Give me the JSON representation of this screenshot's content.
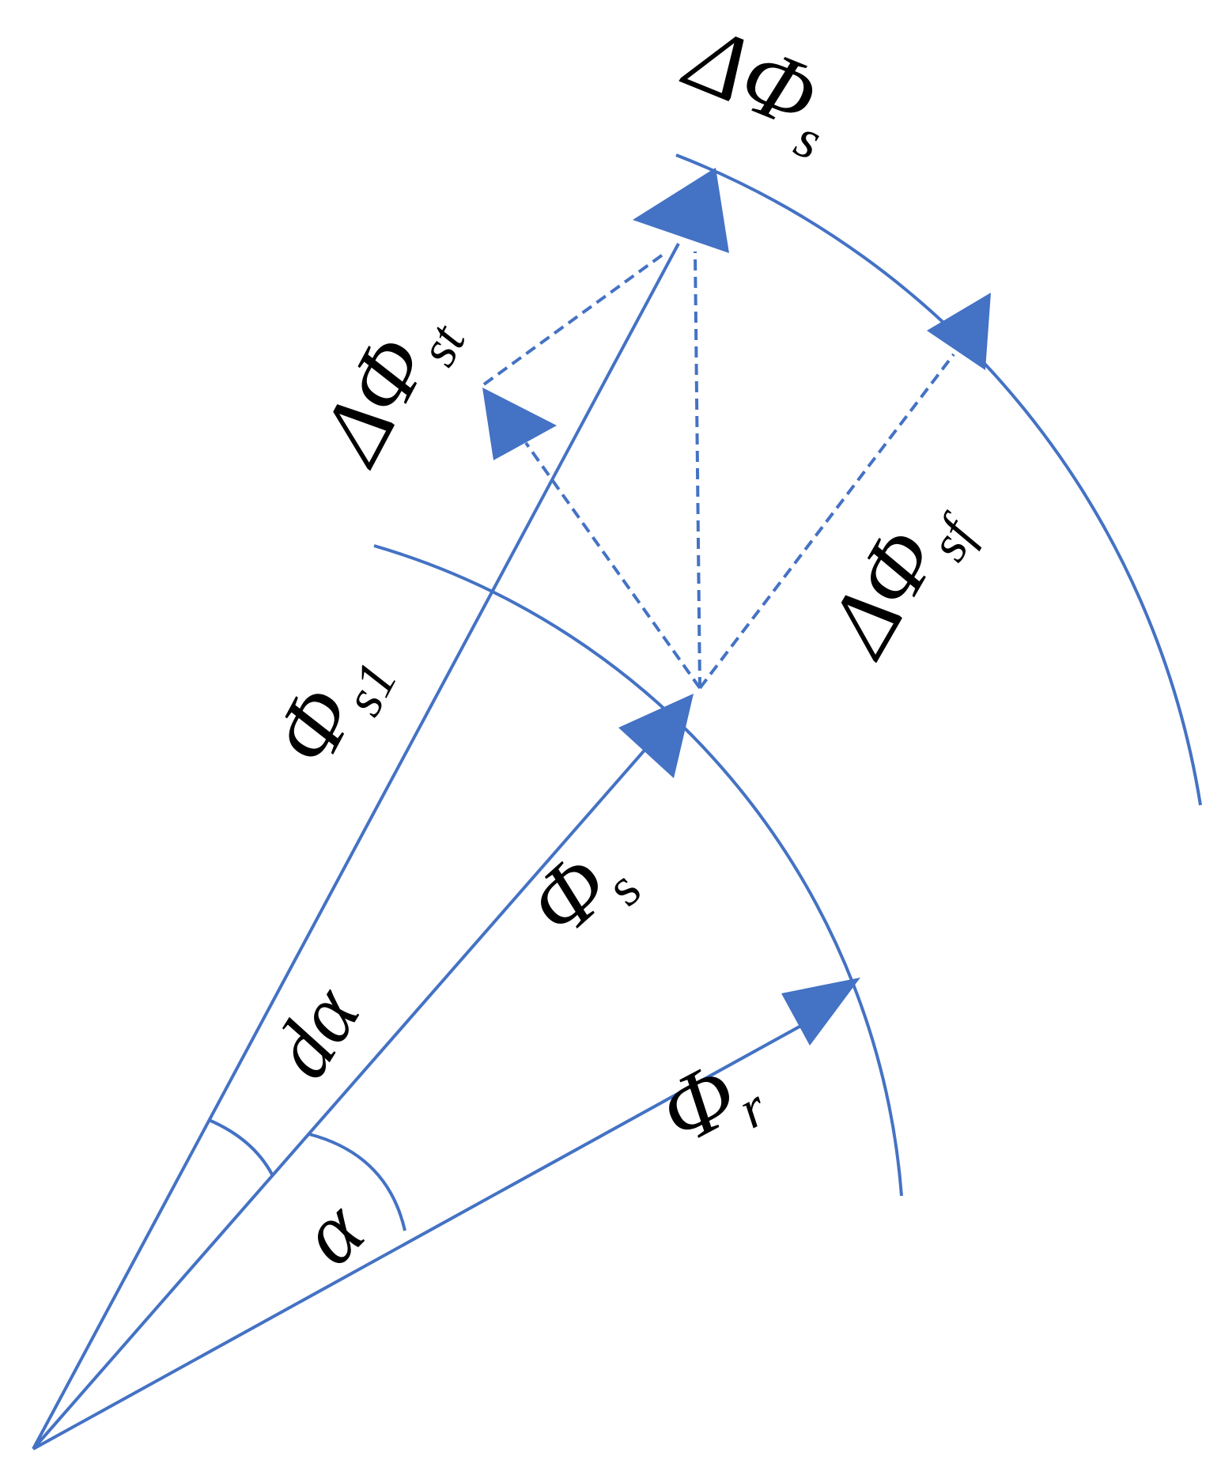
{
  "colors": {
    "line": "#4472C4",
    "text": "#000000",
    "background": "#FFFFFF"
  },
  "labels": {
    "delta_phi_s": {
      "main": "ΔΦ",
      "sub": "s"
    },
    "delta_phi_st": {
      "main": "ΔΦ",
      "sub": "st"
    },
    "delta_phi_sf": {
      "main": "ΔΦ",
      "sub": "sf"
    },
    "phi_s1": {
      "main": "Φ",
      "sub": "s1"
    },
    "phi_s": {
      "main": "Φ",
      "sub": "s"
    },
    "phi_r": {
      "main": "Φ",
      "sub": "r"
    },
    "d_alpha": "dα",
    "alpha": "α"
  }
}
